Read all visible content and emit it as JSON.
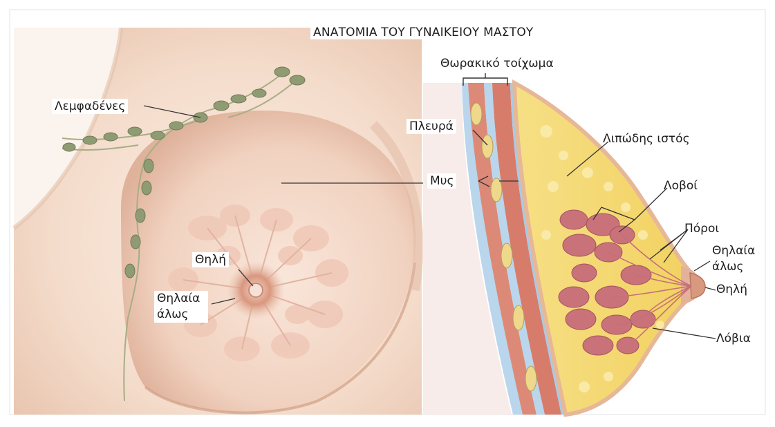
{
  "title": "ΑΝΑΤΟΜΙΑ ΤΟΥ ΓΥΝΑΙΚΕΙΟΥ ΜΑΣΤΟΥ",
  "labels": {
    "lymph_nodes": "Λεμφαδένες",
    "nipple_front": "Θηλή",
    "areola_front_1": "Θηλαία",
    "areola_front_2": "άλως",
    "chest_wall": "Θωρακικό τοίχωμα",
    "rib": "Πλευρά",
    "muscle": "Μυς",
    "fatty_tissue": "Λιπώδης ιστός",
    "lobes": "Λοβοί",
    "ducts": "Πόροι",
    "areola_side_1": "Θηλαία",
    "areola_side_2": "άλως",
    "nipple_side": "Θηλή",
    "lobules": "Λόβια"
  },
  "colors": {
    "skin_light": "#f6e4d6",
    "skin_mid": "#eccdb8",
    "skin_dark": "#d8a78c",
    "lymph_node": "#8f9b72",
    "fat": "#f4d66a",
    "fat_light": "#fbecac",
    "lobule": "#c9727a",
    "muscle": "#d98a7a",
    "membrane": "#9ec5e3"
  }
}
